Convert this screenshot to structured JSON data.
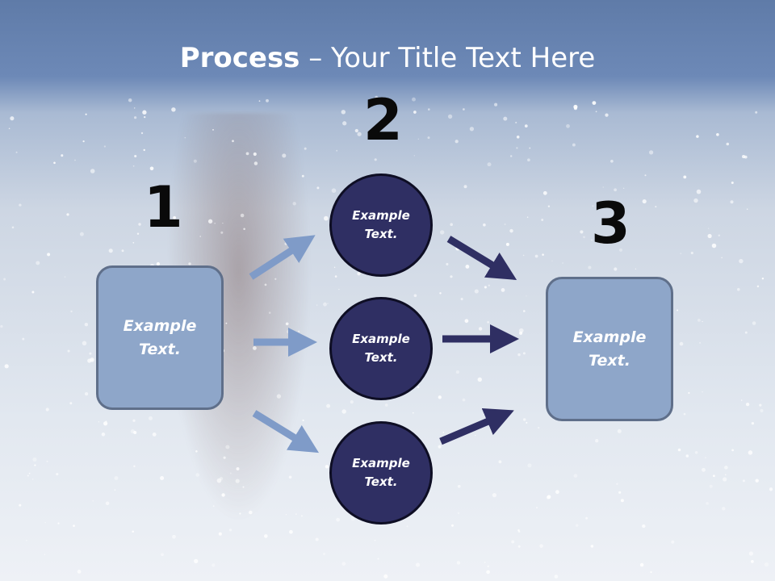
{
  "slide": {
    "title_bold": "Process",
    "title_rest": " – Your Title Text Here",
    "numbers": [
      "1",
      "2",
      "3"
    ],
    "left_box": {
      "line1": "Example",
      "line2": "Text."
    },
    "circles": [
      {
        "line1": "Example",
        "line2": "Text."
      },
      {
        "line1": "Example",
        "line2": "Text."
      },
      {
        "line1": "Example",
        "line2": "Text."
      }
    ],
    "right_box": {
      "line1": "Example",
      "line2": "Text."
    }
  },
  "colors": {
    "box_fill": "#8ea6c9",
    "circle_fill": "#2f2f63",
    "arrow_light": "#7f9bc8",
    "arrow_dark": "#2f2f63",
    "number": "#0a0a0a"
  },
  "icons": [
    "arrow-icon"
  ]
}
